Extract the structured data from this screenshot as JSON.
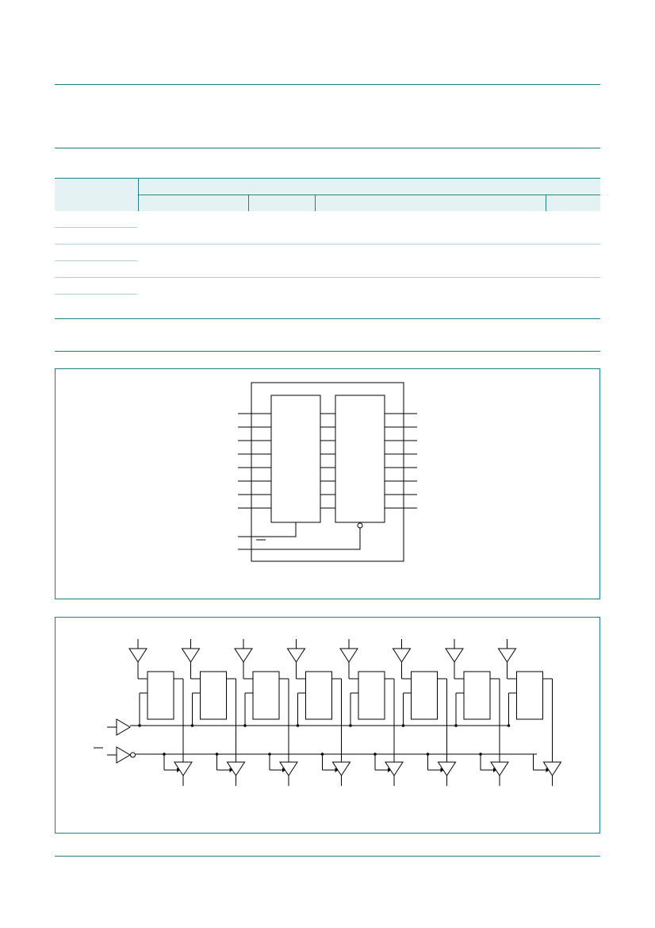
{
  "document": {
    "header": {},
    "ordering_table": {
      "columns": 5,
      "rows": 3
    },
    "figure_1": {
      "kind": "logic-symbol",
      "left_inputs": 8,
      "right_outputs": 8,
      "control_inputs": 2
    },
    "figure_2": {
      "kind": "logic-diagram",
      "stages": 8
    }
  },
  "colors": {
    "rule": "#1d7f86",
    "table_header_band": "#e5f2f3",
    "table_row_rule": "#a9d3d6",
    "figure_border": "#1d7f86",
    "ink": "#000000"
  }
}
